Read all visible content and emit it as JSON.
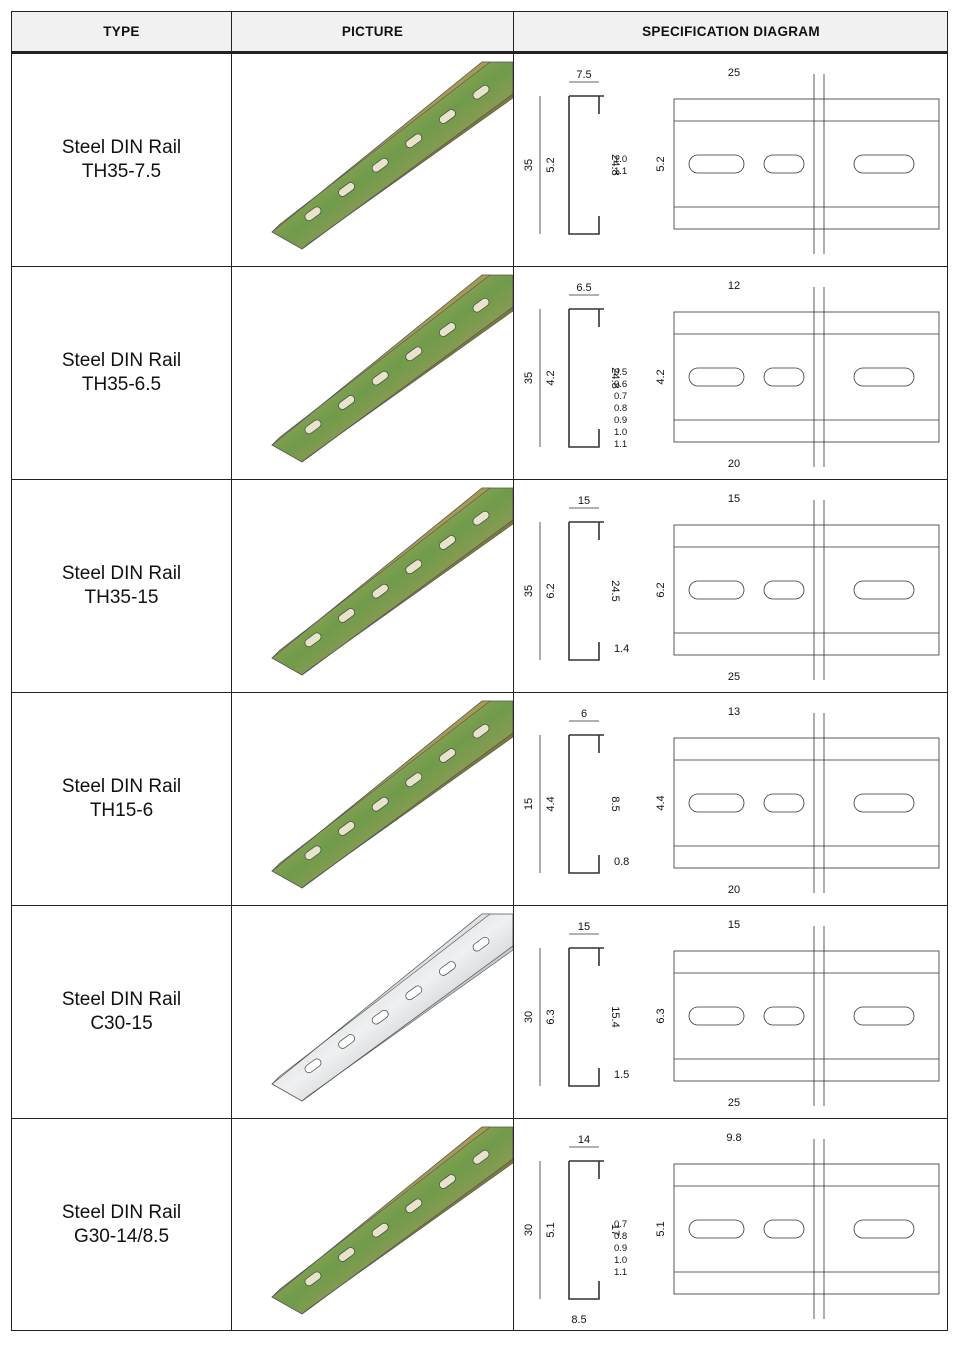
{
  "header": {
    "type": "TYPE",
    "picture": "PICTURE",
    "diagram": "SPECIFICATION DIAGRAM"
  },
  "rows": [
    {
      "line1": "Steel DIN Rail",
      "line2": "TH35-7.5",
      "finish": "yellow-zinc",
      "profile": {
        "top": "7.5",
        "height": "35",
        "slot": "5.2",
        "depth": "24.8",
        "thick": [
          "1.0",
          "1.1"
        ],
        "bottom": ""
      },
      "plan": {
        "top_dim": "25",
        "slot": "5.2",
        "pitch": ""
      }
    },
    {
      "line1": "Steel DIN Rail",
      "line2": "TH35-6.5",
      "finish": "yellow-zinc",
      "profile": {
        "top": "6.5",
        "height": "35",
        "slot": "4.2",
        "depth": "24.8",
        "thick": [
          "0.5",
          "0.6",
          "0.7",
          "0.8",
          "0.9",
          "1.0",
          "1.1"
        ],
        "bottom": ""
      },
      "plan": {
        "top_dim": "12",
        "slot": "4.2",
        "pitch": "20"
      }
    },
    {
      "line1": "Steel DIN Rail",
      "line2": "TH35-15",
      "finish": "yellow-zinc",
      "profile": {
        "top": "15",
        "height": "35",
        "slot": "6.2",
        "depth": "24.5",
        "thick": [
          "1.4"
        ],
        "bottom": ""
      },
      "plan": {
        "top_dim": "15",
        "slot": "6.2",
        "pitch": "25"
      }
    },
    {
      "line1": "Steel DIN Rail",
      "line2": "TH15-6",
      "finish": "yellow-zinc",
      "profile": {
        "top": "6",
        "height": "15",
        "slot": "4.4",
        "depth": "8.5",
        "thick": [
          "0.8"
        ],
        "bottom": ""
      },
      "plan": {
        "top_dim": "13",
        "slot": "4.4",
        "pitch": "20"
      }
    },
    {
      "line1": "Steel DIN Rail",
      "line2": "C30-15",
      "finish": "silver-zinc",
      "profile": {
        "top": "15",
        "height": "30",
        "slot": "6.3",
        "depth": "15.4",
        "thick": [
          "1.5"
        ],
        "bottom": ""
      },
      "plan": {
        "top_dim": "15",
        "slot": "6.3",
        "pitch": "25"
      }
    },
    {
      "line1": "Steel DIN Rail",
      "line2": "G30-14/8.5",
      "finish": "yellow-zinc",
      "profile": {
        "top": "14",
        "height": "30",
        "slot": "5.1",
        "depth": "17",
        "thick": [
          "0.7",
          "0.8",
          "0.9",
          "1.0",
          "1.1"
        ],
        "bottom": "8.5"
      },
      "plan": {
        "top_dim": "9.8",
        "slot": "5.1",
        "pitch": ""
      }
    }
  ]
}
